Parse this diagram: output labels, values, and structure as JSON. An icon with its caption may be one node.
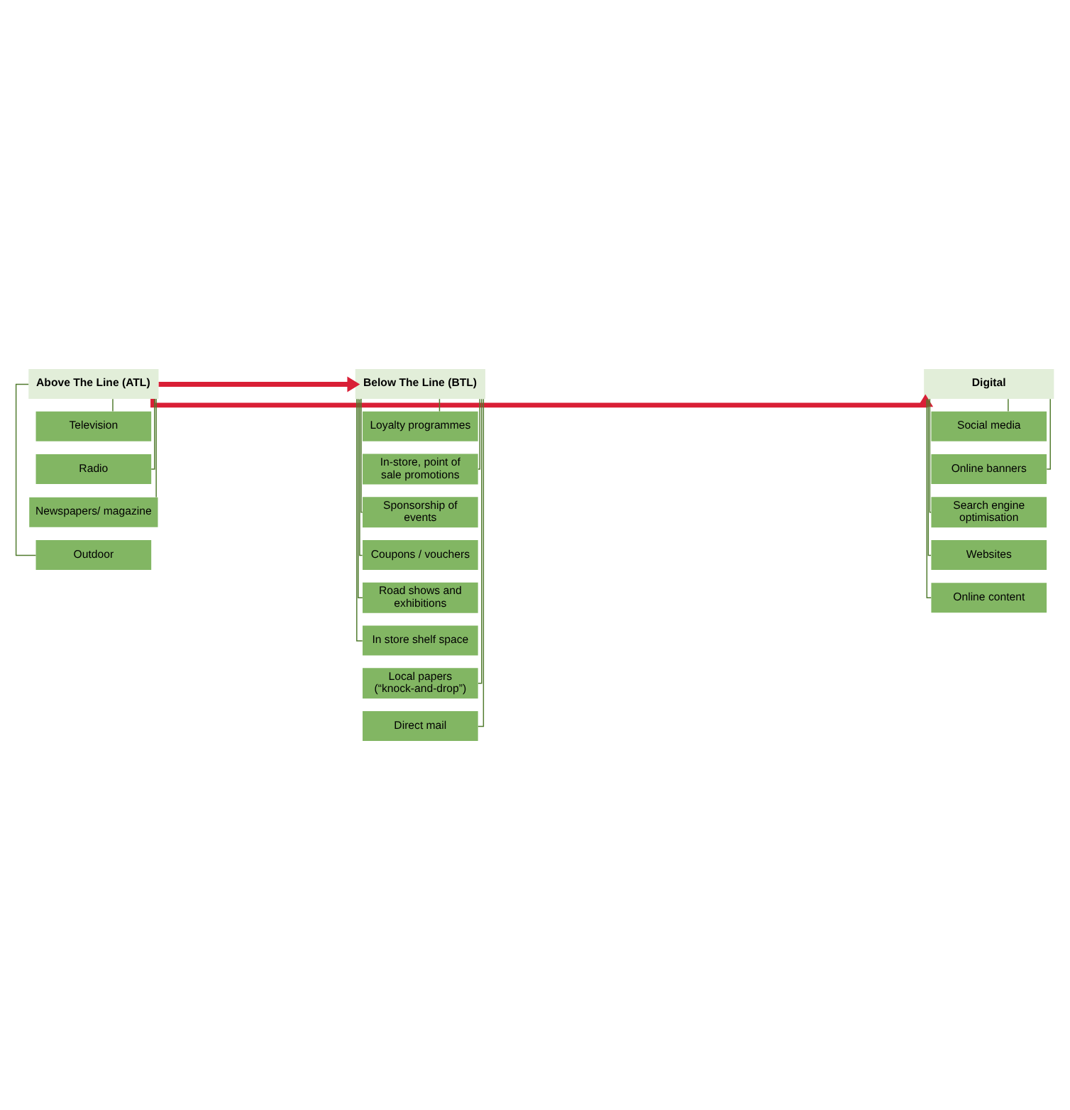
{
  "diagram": {
    "nodes": [
      {
        "text": [
          "Above The Line (ATL)"
        ]
      },
      {
        "text": [
          "Below The Line (BTL)"
        ]
      },
      {
        "text": [
          "Digital"
        ]
      },
      {
        "text": [
          "Television"
        ]
      },
      {
        "text": [
          "Radio"
        ]
      },
      {
        "text": [
          "Newspapers/ magazine"
        ]
      },
      {
        "text": [
          "Outdoor"
        ]
      },
      {
        "text": [
          "Loyalty programmes"
        ]
      },
      {
        "text": [
          "In-store, point of sale promotions"
        ]
      },
      {
        "text": [
          "Sponsorship of events"
        ]
      },
      {
        "text": [
          "Coupons / vouchers"
        ]
      },
      {
        "text": [
          "Road shows and exhibitions"
        ]
      },
      {
        "text": [
          "In store shelf space"
        ]
      },
      {
        "text": [
          "Local papers (“knock-and-drop”)"
        ]
      },
      {
        "text": [
          "Direct mail"
        ]
      },
      {
        "text": [
          "Social media"
        ]
      },
      {
        "text": [
          "Online banners"
        ]
      },
      {
        "text": [
          "Search engine optimisation"
        ]
      },
      {
        "text": [
          "Websites"
        ]
      },
      {
        "text": [
          "Online content"
        ]
      }
    ],
    "edges": [
      {
        "from": 0,
        "to": 1,
        "arrow": "to",
        "style": "thick",
        "color": "#d91f36"
      },
      {
        "from": 0,
        "to": 2,
        "arrow": "to",
        "style": "thick",
        "color": "#d91f36"
      },
      {
        "from": 0,
        "to": 3,
        "arrow": "none"
      },
      {
        "from": 0,
        "to": 4,
        "arrow": "none"
      },
      {
        "from": 0,
        "to": 5,
        "arrow": "none"
      },
      {
        "from": 0,
        "to": 6,
        "arrow": "none"
      },
      {
        "from": 1,
        "to": 7,
        "arrow": "none"
      },
      {
        "from": 1,
        "to": 8,
        "arrow": "none"
      },
      {
        "from": 1,
        "to": 9,
        "arrow": "none"
      },
      {
        "from": 1,
        "to": 10,
        "arrow": "none"
      },
      {
        "from": 1,
        "to": 11,
        "arrow": "none"
      },
      {
        "from": 1,
        "to": 12,
        "arrow": "none"
      },
      {
        "from": 1,
        "to": 13,
        "arrow": "none"
      },
      {
        "from": 1,
        "to": 14,
        "arrow": "none"
      },
      {
        "from": 2,
        "to": 15,
        "arrow": "none"
      },
      {
        "from": 2,
        "to": 16,
        "arrow": "none"
      },
      {
        "from": 2,
        "to": 17,
        "arrow": "none"
      },
      {
        "from": 2,
        "to": 18,
        "arrow": "none"
      },
      {
        "from": 2,
        "to": 19,
        "arrow": "none"
      }
    ]
  }
}
